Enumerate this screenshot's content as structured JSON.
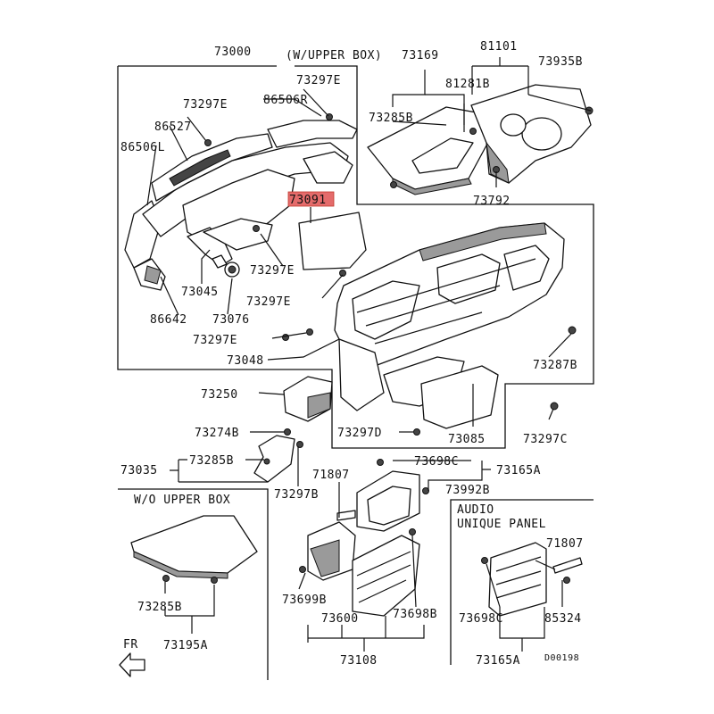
{
  "labels": {
    "l73000": "73000",
    "lwupper": "(W/UPPER BOX)",
    "l73169": "73169",
    "l81101": "81101",
    "l73935b": "73935B",
    "l73297e_1": "73297E",
    "l86506r": "86506R",
    "l81281b": "81281B",
    "l73297e_2": "73297E",
    "l86527": "86527",
    "l73285b_1": "73285B",
    "l86506l": "86506L",
    "l73091": "73091",
    "l73792": "73792",
    "l73297e_3": "73297E",
    "l73045": "73045",
    "l73297e_4": "73297E",
    "l86642": "86642",
    "l73076": "73076",
    "l73297e_5": "73297E",
    "l73287b": "73287B",
    "l73048": "73048",
    "l73250": "73250",
    "l73297c": "73297C",
    "l73274b": "73274B",
    "l73297d": "73297D",
    "l73085": "73085",
    "l73035": "73035",
    "l73285b_2": "73285B",
    "l73698c_1": "73698C",
    "l73165a_1": "73165A",
    "l71807_1": "71807",
    "l73297b": "73297B",
    "l73992b": "73992B",
    "lwoupper": "W/O UPPER BOX",
    "laudio1": "AUDIO",
    "laudio2": "UNIQUE PANEL",
    "l71807_2": "71807",
    "l73699b": "73699B",
    "l73698b": "73698B",
    "l73285b_3": "73285B",
    "l73600": "73600",
    "l73698c_2": "73698C",
    "l85324": "85324",
    "l73195a": "73195A",
    "l73108": "73108",
    "l73165a_2": "73165A",
    "ld00198": "D00198",
    "lfr": "FR"
  },
  "colors": {
    "highlight": "#e46b6b",
    "ink": "#111111"
  }
}
